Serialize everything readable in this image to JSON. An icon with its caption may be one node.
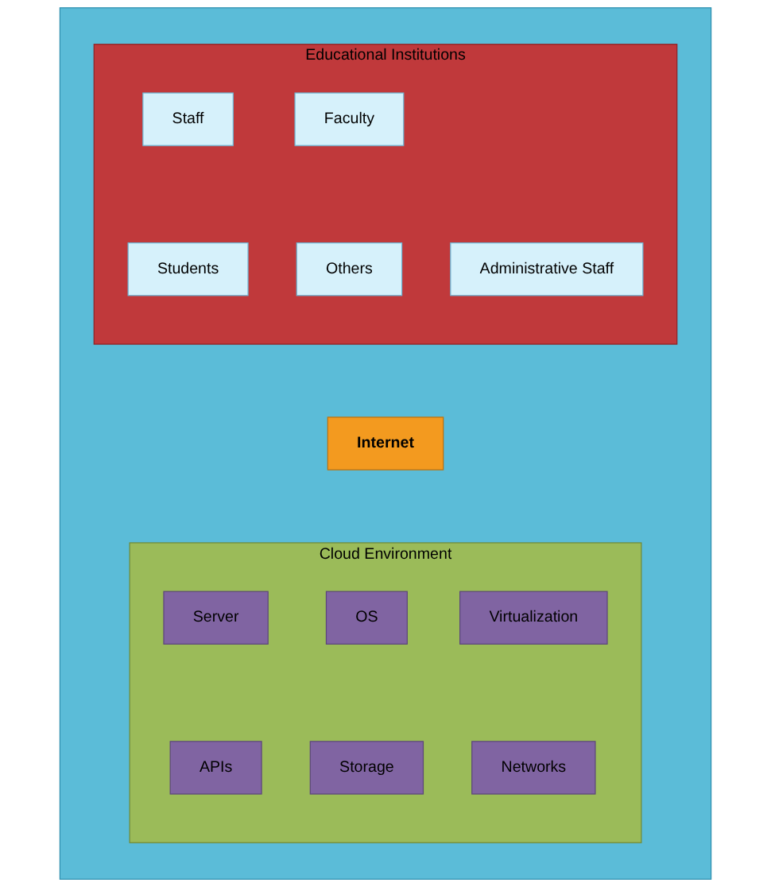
{
  "diagram": {
    "nodes": [
      {
        "text": [],
        "shape": "box"
      },
      {
        "text": [
          "Educational Institutions"
        ],
        "in": 0
      },
      {
        "text": [
          "Staff"
        ],
        "in": 1
      },
      {
        "text": [
          "Faculty"
        ],
        "in": 1
      },
      {
        "text": [
          "Administrative Staff"
        ],
        "in": 1
      },
      {
        "text": [
          "Students"
        ],
        "in": 1
      },
      {
        "text": [
          "Others"
        ],
        "in": 1
      },
      {
        "text": [
          "Internet"
        ],
        "in": 0
      },
      {
        "text": [
          "Cloud Environment"
        ],
        "in": 0
      },
      {
        "text": [
          "Server"
        ],
        "in": 8
      },
      {
        "text": [
          "OS"
        ],
        "in": 8
      },
      {
        "text": [
          "Virtualization"
        ],
        "in": 8
      },
      {
        "text": [
          "APIs"
        ],
        "in": 8
      },
      {
        "text": [
          "Storage"
        ],
        "in": 8
      },
      {
        "text": [
          "Networks"
        ],
        "in": 8
      }
    ],
    "edges": []
  }
}
